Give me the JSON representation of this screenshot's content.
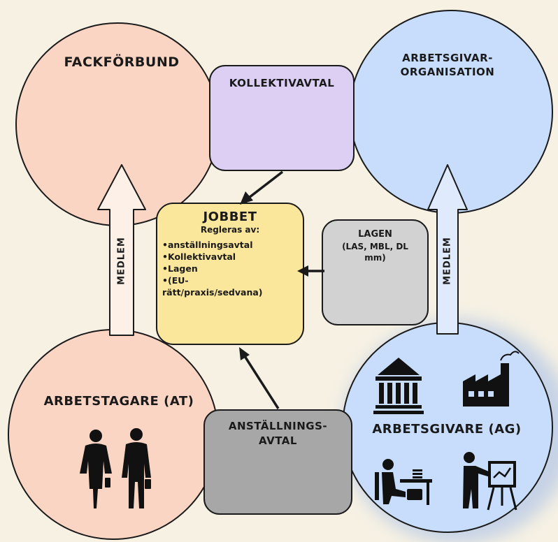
{
  "nodes": {
    "fackforbund": "FACKFÖRBUND",
    "arbetsgivarorg": [
      "ARBETSGIVAR-",
      "ORGANISATION"
    ],
    "kollektivavtal": "KOLLEKTIVAVTAL",
    "jobbet_title": "JOBBET",
    "jobbet_subtitle": "Regleras av:",
    "jobbet_items": [
      "•anställningsavtal",
      "•Kollektivavtal",
      "•Lagen",
      "•(EU-",
      "rätt/praxis/sedvana)"
    ],
    "lagen": [
      "LAGEN",
      "(LAS, MBL, DL",
      "mm)"
    ],
    "arbetstagare": "ARBETSTAGARE (AT)",
    "anstallningsavtal": [
      "ANSTÄLLNINGS-",
      "AVTAL"
    ],
    "arbetsgivare": "ARBETSGIVARE (AG)",
    "medlem_left": "MEDLEM",
    "medlem_right": "MEDLEM"
  },
  "icons": [
    "business-people-icon",
    "bank-building-icon",
    "factory-icon",
    "office-worker-icon",
    "presenter-icon"
  ],
  "colors": {
    "background": "#f6f1e3",
    "union": "#fbd5c3",
    "employer_org": "#c7ddfb",
    "collective": "#dccff3",
    "job": "#fbe79c",
    "law": "#d2d2d2",
    "contract": "#a7a7a7",
    "outline": "#1a1a1a"
  }
}
